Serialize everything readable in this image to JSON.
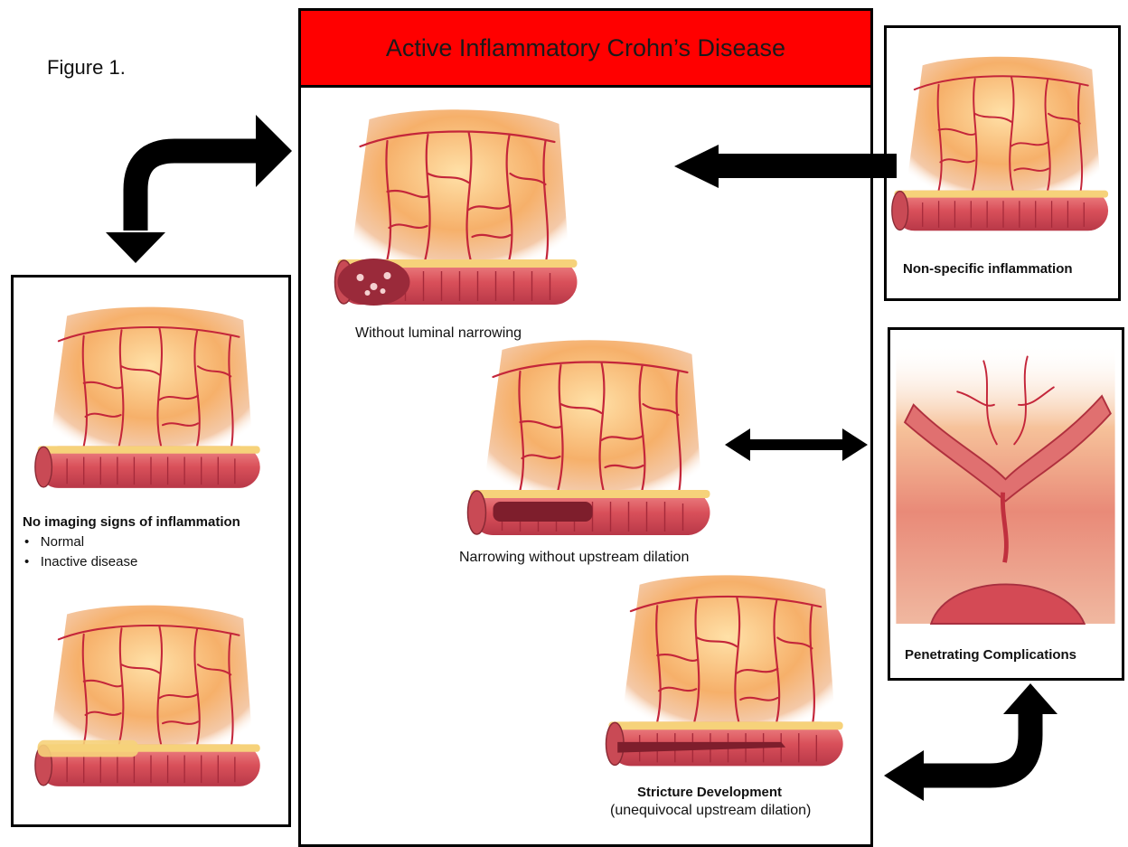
{
  "figure_label": "Figure 1.",
  "central": {
    "title": "Active Inflammatory Crohn’s Disease",
    "items": [
      {
        "caption": "Without luminal narrowing"
      },
      {
        "caption": "Narrowing without upstream dilation"
      },
      {
        "caption_bold": "Stricture Development",
        "caption_sub": "(unequivocal upstream dilation)"
      }
    ]
  },
  "left_panel": {
    "heading": "No imaging signs of inflammation",
    "bullets": [
      "Normal",
      "Inactive disease"
    ]
  },
  "right_top_panel": {
    "caption": "Non-specific inflammation"
  },
  "right_bottom_panel": {
    "caption": "Penetrating Complications"
  },
  "colors": {
    "title_bar": "#ff0000",
    "fat": "#f6b97a",
    "vessel": "#c4263a",
    "bowel": "#d9505a",
    "arrow": "#000000"
  }
}
